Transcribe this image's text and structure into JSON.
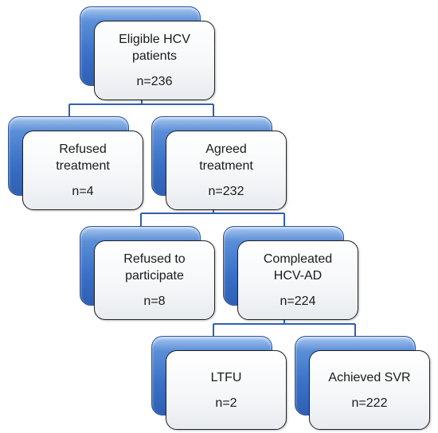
{
  "nodes": {
    "eligible": {
      "label": "Eligible HCV\npatients",
      "count": "n=236"
    },
    "refused_treatment": {
      "label": "Refused\ntreatment",
      "count": "n=4"
    },
    "agreed_treatment": {
      "label": "Agreed\ntreatment",
      "count": "n=232"
    },
    "refused_participate": {
      "label": "Refused to\nparticipate",
      "count": "n=8"
    },
    "completed": {
      "label": "Compleated\nHCV-AD",
      "count": "n=224"
    },
    "ltfu": {
      "label": "LTFU",
      "count": "n=2"
    },
    "svr": {
      "label": "Achieved SVR",
      "count": "n=222"
    }
  },
  "colors": {
    "box_back": "#3a70c6",
    "box_front": "#f4f5f7",
    "connector": "#2f5fb3"
  }
}
